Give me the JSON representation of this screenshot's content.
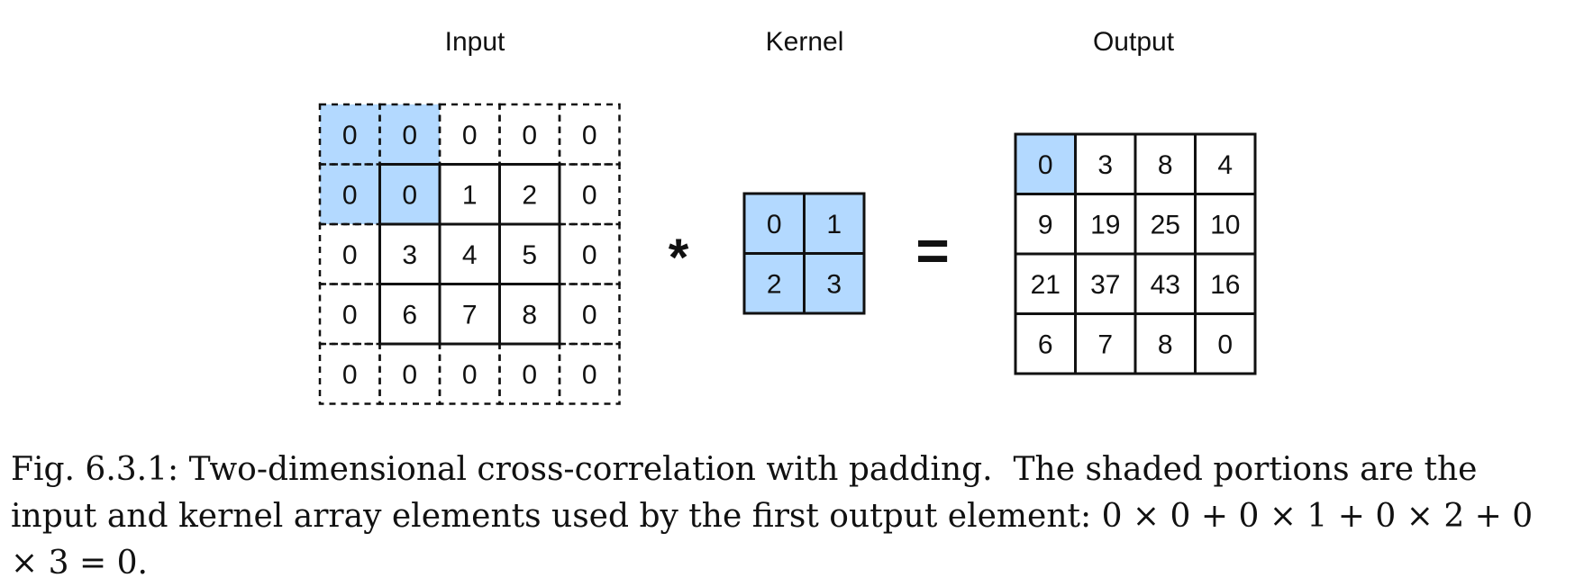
{
  "colors": {
    "highlight": "#b3d9ff",
    "line": "#111111",
    "background": "#ffffff"
  },
  "labels": {
    "input": "Input",
    "kernel": "Kernel",
    "output": "Output"
  },
  "operators": {
    "correlate": "*",
    "equals": "="
  },
  "input": {
    "values": [
      [
        "0",
        "0",
        "0",
        "0",
        "0"
      ],
      [
        "0",
        "0",
        "1",
        "2",
        "0"
      ],
      [
        "0",
        "3",
        "4",
        "5",
        "0"
      ],
      [
        "0",
        "6",
        "7",
        "8",
        "0"
      ],
      [
        "0",
        "0",
        "0",
        "0",
        "0"
      ]
    ],
    "padding": 1,
    "highlighted": [
      [
        0,
        0
      ],
      [
        0,
        1
      ],
      [
        1,
        0
      ],
      [
        1,
        1
      ]
    ]
  },
  "kernel": {
    "values": [
      [
        "0",
        "1"
      ],
      [
        "2",
        "3"
      ]
    ],
    "highlighted": [
      [
        0,
        0
      ],
      [
        0,
        1
      ],
      [
        1,
        0
      ],
      [
        1,
        1
      ]
    ]
  },
  "output": {
    "values": [
      [
        "0",
        "3",
        "8",
        "4"
      ],
      [
        "9",
        "19",
        "25",
        "10"
      ],
      [
        "21",
        "37",
        "43",
        "16"
      ],
      [
        "6",
        "7",
        "8",
        "0"
      ]
    ],
    "highlighted": [
      [
        0,
        0
      ]
    ]
  },
  "caption": {
    "text": "Fig. 6.3.1: Two-dimensional cross-correlation with padding.  The shaded portions are the input and kernel array elements used by the first output element: ",
    "equation": "0 × 0 + 0 × 1 + 0 × 2 + 0 × 3 = 0."
  }
}
